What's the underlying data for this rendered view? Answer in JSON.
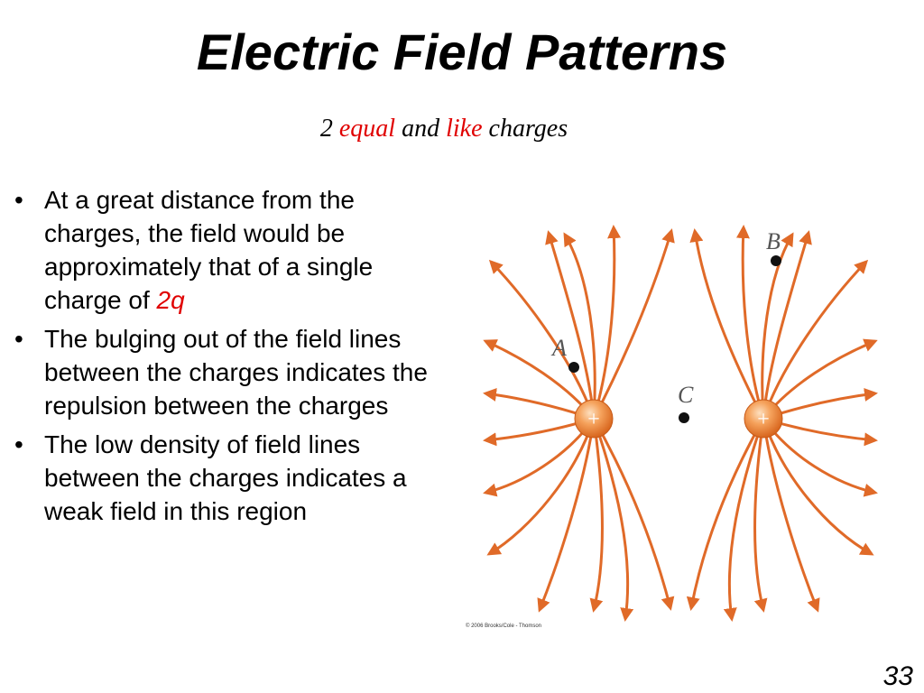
{
  "slide": {
    "title": "Electric Field Patterns",
    "subtitle": {
      "part1": "2 ",
      "equal": "equal",
      "part2": " and ",
      "like": "like",
      "part3": " charges"
    },
    "bullets": [
      {
        "text": "At a great distance from the charges, the field would be approximately that of a single charge of ",
        "emphasis": "2q"
      },
      {
        "text": "The bulging out of the field lines between the charges indicates the repulsion between the charges"
      },
      {
        "text": "The low density of field lines between the charges indicates a weak field in this region"
      }
    ],
    "bullet_symbol": "•",
    "page_number": "33"
  },
  "figure": {
    "labels": {
      "a": "A",
      "b": "B",
      "c": "C"
    },
    "charge_symbol": "+",
    "copyright": "© 2006 Brooks/Cole - Thomson",
    "colors": {
      "field_line": "#e06a28",
      "charge": "#f08a3c",
      "text_red": "#e00000"
    }
  }
}
